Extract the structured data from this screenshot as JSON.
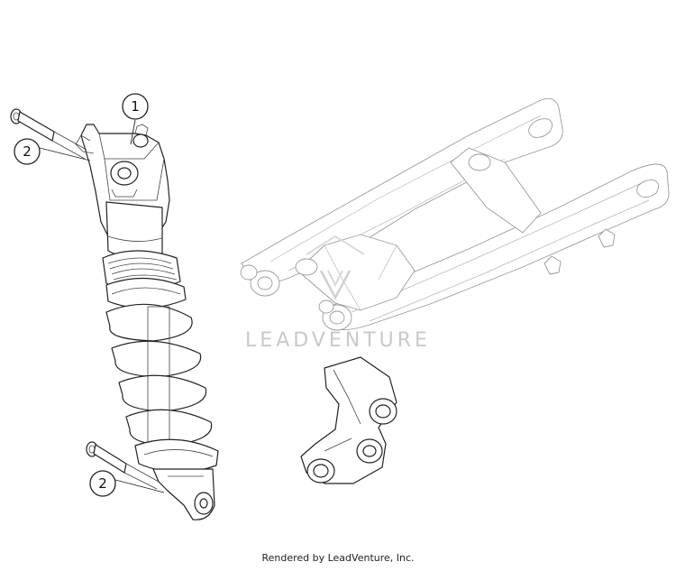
{
  "callouts": [
    {
      "label": "1"
    },
    {
      "label": "2"
    },
    {
      "label": "2"
    }
  ],
  "watermark": {
    "text": "LEADVENTURE"
  },
  "footer": {
    "credit": "Rendered by LeadVenture, Inc."
  }
}
